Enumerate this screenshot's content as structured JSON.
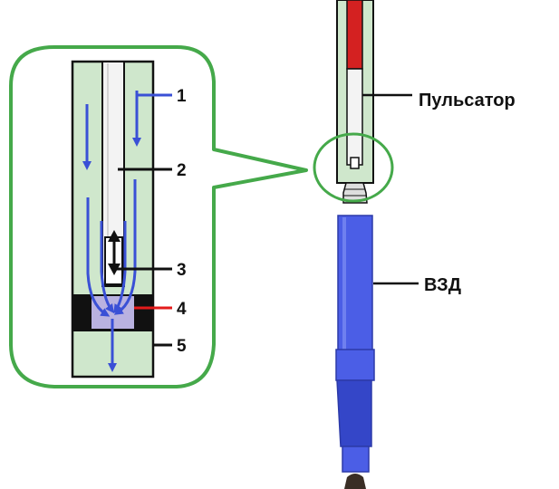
{
  "labels": {
    "n1": "1",
    "n2": "2",
    "n3": "3",
    "n4": "4",
    "n5": "5",
    "pulsator": "Пульсатор",
    "vzd": "ВЗД"
  },
  "colors": {
    "callout_outline": "#45a94a",
    "tube_green": "#cfe7cc",
    "inner_white": "#f3f3f3",
    "flow_arrows": "#3a50d6",
    "valve_lilac": "#b9b2e0",
    "seat_black": "#111111",
    "leader_red": "#e31b1b",
    "rod_red": "#d42121",
    "motor_blue": "#4b5ee6",
    "motor_blue_dark": "#3446c8",
    "bit_dark": "#3a2e25"
  },
  "icons": {
    "flow": "arrow-down-icon",
    "valve_motion": "double-arrow-updown-icon"
  }
}
